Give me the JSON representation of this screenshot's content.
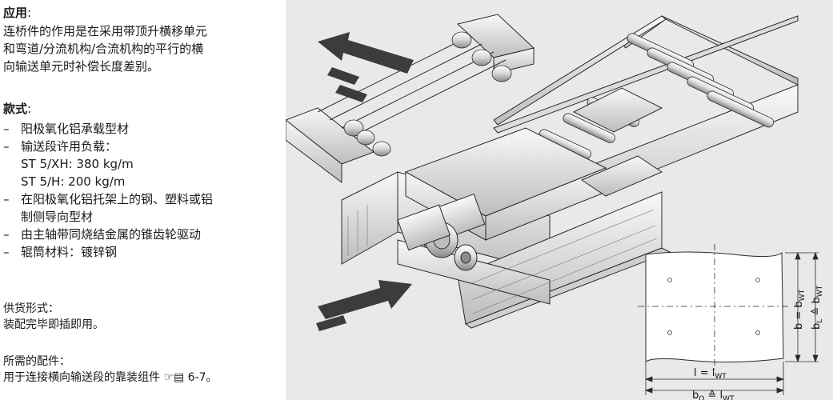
{
  "application": {
    "heading": "应用",
    "colon": ":",
    "lines": [
      "连桥件的作用是在采用带顶升横移单元",
      "和弯道/分流机构/合流机构的平行的横",
      "向输送单元时补偿长度差别。"
    ]
  },
  "styles": {
    "heading": "款式",
    "colon": ":",
    "dash": "–",
    "items": [
      [
        "阳极氧化铝承载型材"
      ],
      [
        "输送段许用负载：",
        "ST 5/XH: 380 kg/m",
        "ST 5/H: 200 kg/m"
      ],
      [
        "在阳极氧化铝托架上的钢、塑料或铝",
        "制侧导向型材"
      ],
      [
        "由主轴带同烧结金属的锥齿轮驱动"
      ],
      [
        "辊筒材料：镀锌钢"
      ]
    ]
  },
  "delivery": {
    "heading": "供货形式：",
    "text": "装配完毕即插即用。"
  },
  "accessories": {
    "heading": "所需的配件：",
    "text": "用于连接横向输送段的靠装组件 ☞▤ 6-7。"
  },
  "dimension_labels": {
    "b": "b = b",
    "b_sub": "WT",
    "bL": "b",
    "bL_sub1": "L",
    "bL_mid": " ≙ b",
    "bL_sub2": "WT",
    "l": "l = l",
    "l_sub": "WT",
    "bQ": "b",
    "bQ_sub1": "Q",
    "bQ_mid": " ≙ l",
    "bQ_sub2": "WT"
  },
  "colors": {
    "figure_bg": "#e9e9e9",
    "arrow": "#3c3c3c",
    "line": "#2a2a2a"
  }
}
